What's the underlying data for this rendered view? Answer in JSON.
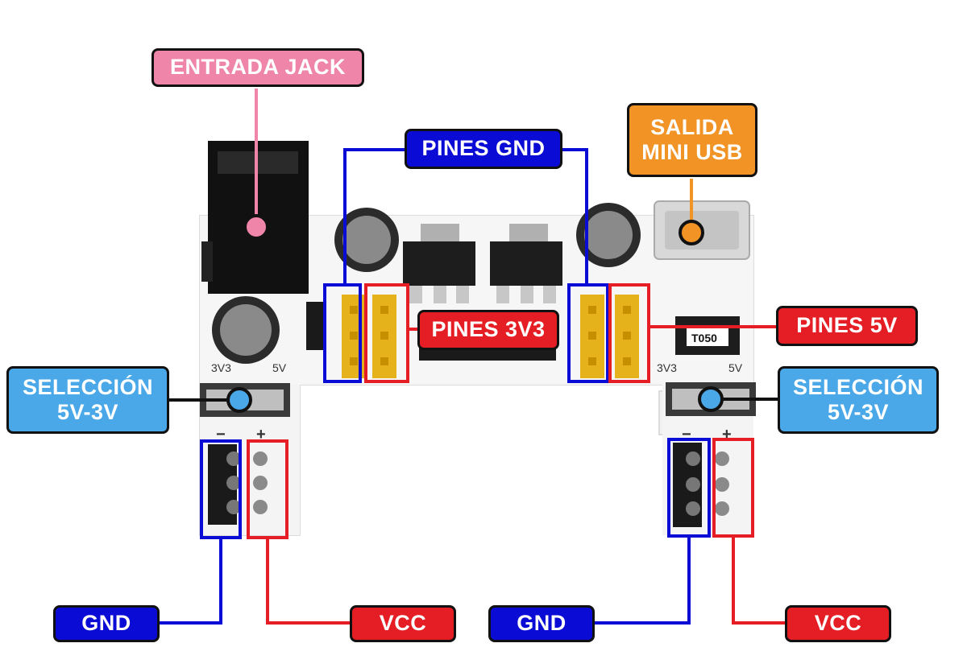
{
  "labels": {
    "entrada_jack": "ENTRADA JACK",
    "pines_gnd": "PINES  GND",
    "salida_mini_usb": "SALIDA\nMINI USB",
    "pines_3v3": "PINES  3V3",
    "pines_5v": "PINES  5V",
    "seleccion_left": "SELECCIÓN\n5V-3V",
    "seleccion_right": "SELECCIÓN\n5V-3V",
    "gnd_left": "GND",
    "vcc_left": "VCC",
    "gnd_right": "GND",
    "vcc_right": "VCC"
  },
  "board_text": {
    "left_3v3": "3V3",
    "left_5v": "5V",
    "right_3v3": "3V3",
    "right_5v": "5V",
    "minus_left": "−",
    "plus_left": "+",
    "minus_right": "−",
    "plus_right": "+",
    "fuse": "T050"
  },
  "colors": {
    "pink": "#ef86a9",
    "blue": "#0b0bd6",
    "red": "#e51d24",
    "orange": "#f29326",
    "sky": "#4aa8e8"
  }
}
